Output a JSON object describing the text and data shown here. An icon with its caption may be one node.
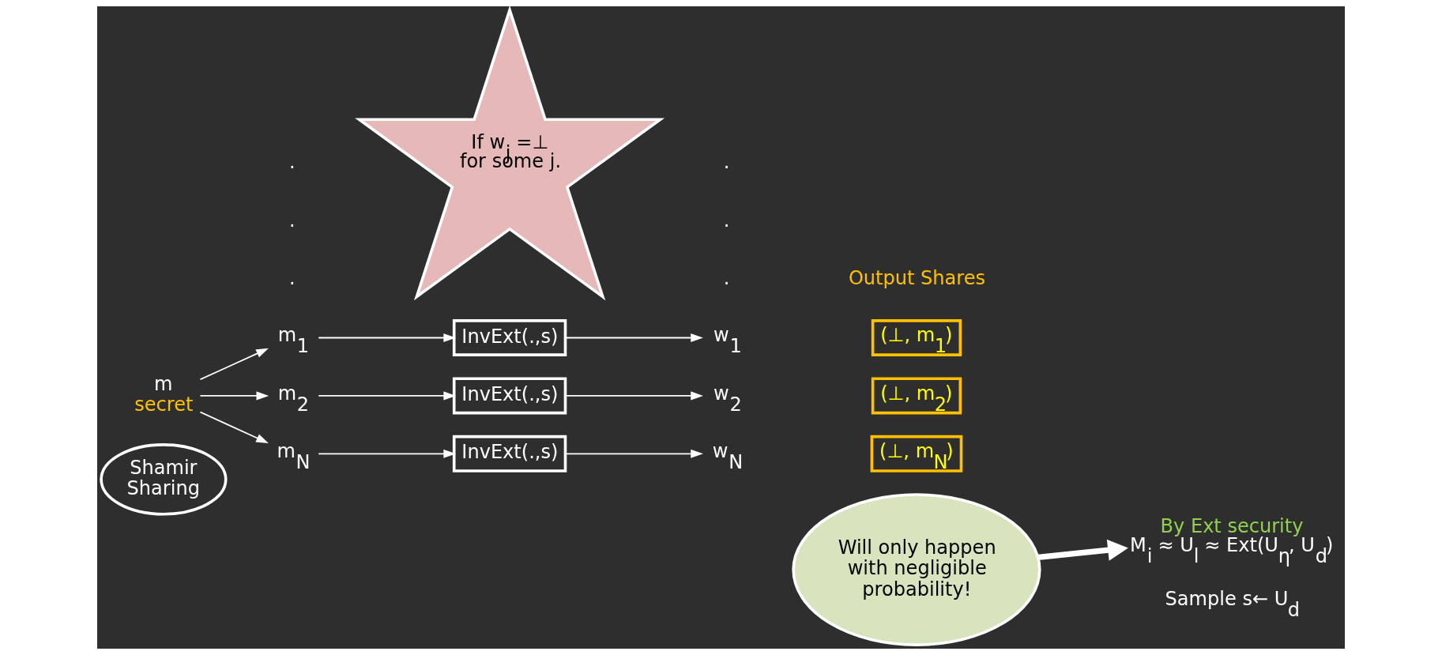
{
  "diagram": {
    "nodes": [
      {
        "text": [
          "Shamir Sharing"
        ]
      },
      {
        "text": [
          "m"
        ],
        "beside": [
          "secret"
        ]
      },
      {
        "text": [
          "m$_{1}$"
        ]
      },
      {
        "text": [
          "InvExt(.,s)"
        ]
      },
      {
        "text": [
          "w$_{1}$"
        ]
      },
      {
        "text": [
          "(⊥, m$_{1}$)"
        ]
      },
      {
        "text": [
          "m$_{2}$"
        ]
      },
      {
        "text": [
          "InvExt(.,s)"
        ]
      },
      {
        "text": [
          "w$_{2}$"
        ]
      },
      {
        "text": [
          "(⊥, m$_{2}$)"
        ]
      },
      {
        "text": [
          "m$_{N}$"
        ]
      },
      {
        "text": [
          "InvExt(.,s)"
        ]
      },
      {
        "text": [
          "w$_{N}$"
        ]
      },
      {
        "text": [
          "(⊥, m$_{N}$)"
        ]
      },
      {
        "text": [
          "If w$_{j}$ =⊥ for some j."
        ]
      },
      {
        "text": [
          "Will only happen with negligible probability!"
        ]
      },
      {
        "text": [
          "By Ext security",
          "M$_{i}$ ≈ U$_{l}$ ≈ Ext(U$_{η}$, U$_{d}$)"
        ]
      }
    ],
    "edges": [
      {
        "from": 1,
        "to": 2,
        "arrow": "to"
      },
      {
        "from": 1,
        "to": 6,
        "arrow": "to"
      },
      {
        "from": 1,
        "to": 10,
        "arrow": "to"
      },
      {
        "from": 2,
        "to": 3,
        "arrow": "to"
      },
      {
        "from": 3,
        "to": 4,
        "arrow": "to"
      },
      {
        "from": 6,
        "to": 7,
        "arrow": "to"
      },
      {
        "from": 7,
        "to": 8,
        "arrow": "to"
      },
      {
        "from": 10,
        "to": 11,
        "arrow": "to"
      },
      {
        "from": 11,
        "to": 12,
        "arrow": "to"
      },
      {
        "from": 15,
        "to": 16,
        "arrow": "to",
        "style": "thick"
      }
    ],
    "labels": [
      "Sample s← U$_{d}$",
      ".",
      ".",
      ".",
      ".",
      ".",
      ".",
      "Output Shares"
    ]
  }
}
